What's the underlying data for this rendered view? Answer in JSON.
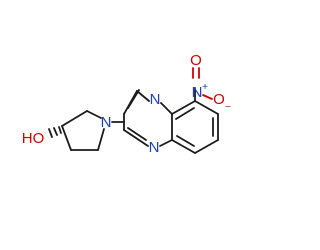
{
  "molecule": {
    "labels": {
      "ring_n_top": "N",
      "ring_n_bottom": "N",
      "pyrrolidine_n": "N",
      "nitro_n": "N",
      "nitro_n_charge": "+",
      "nitro_o_top": "O",
      "nitro_o_right": "O",
      "nitro_o_charge": "−",
      "hydroxyl": "HO"
    }
  },
  "colors": {
    "carbon_bond": "#1a1a1a",
    "nitrogen": "#1f3fb8",
    "oxygen": "#d10000",
    "background": "#ffffff"
  }
}
